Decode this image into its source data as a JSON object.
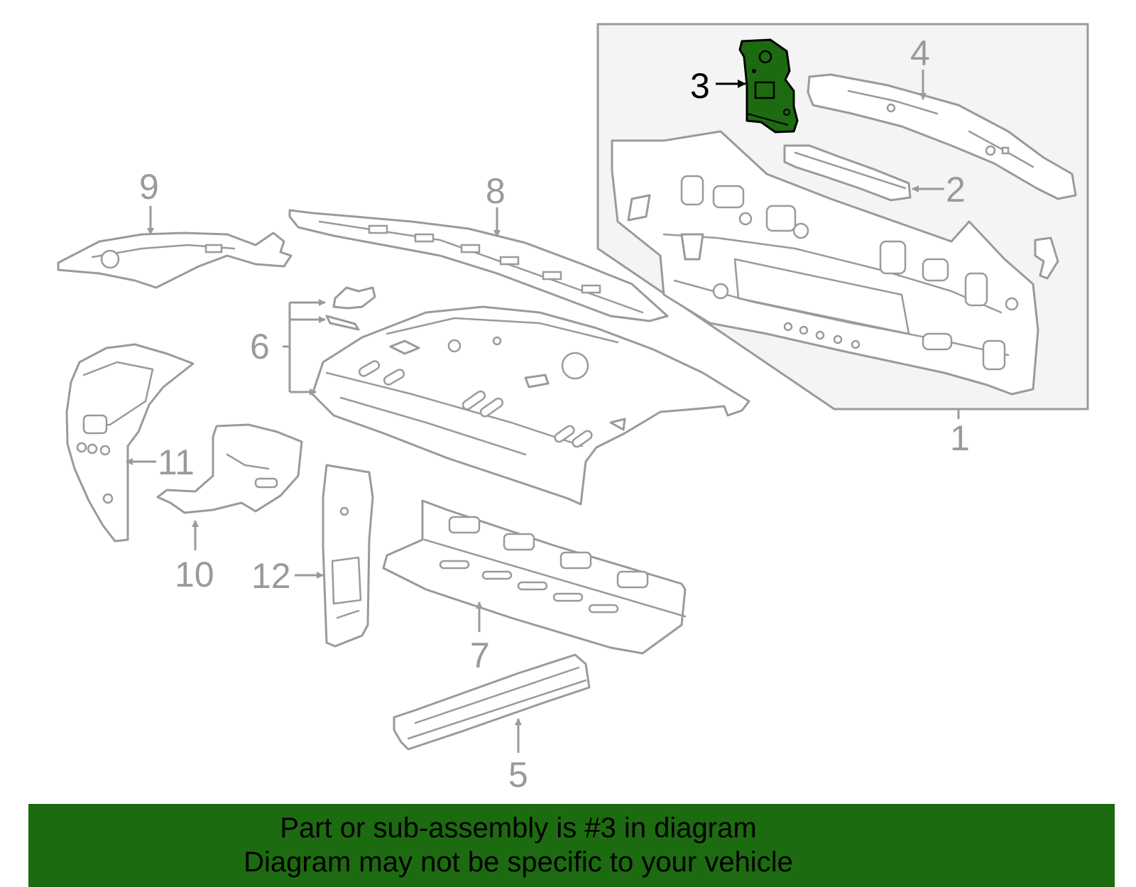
{
  "diagram": {
    "callouts": {
      "c1": "1",
      "c2": "2",
      "c3": "3",
      "c4": "4",
      "c5": "5",
      "c6": "6",
      "c7": "7",
      "c8": "8",
      "c9": "9",
      "c10": "10",
      "c11": "11",
      "c12": "12"
    },
    "highlighted_part": "3",
    "colors": {
      "highlight": "#1d6b10",
      "line": "#9a9a9a",
      "banner": "#1d6b10"
    }
  },
  "banner": {
    "line1": "Part or sub-assembly is #3 in diagram",
    "line2": "Diagram may not be specific to your vehicle"
  }
}
